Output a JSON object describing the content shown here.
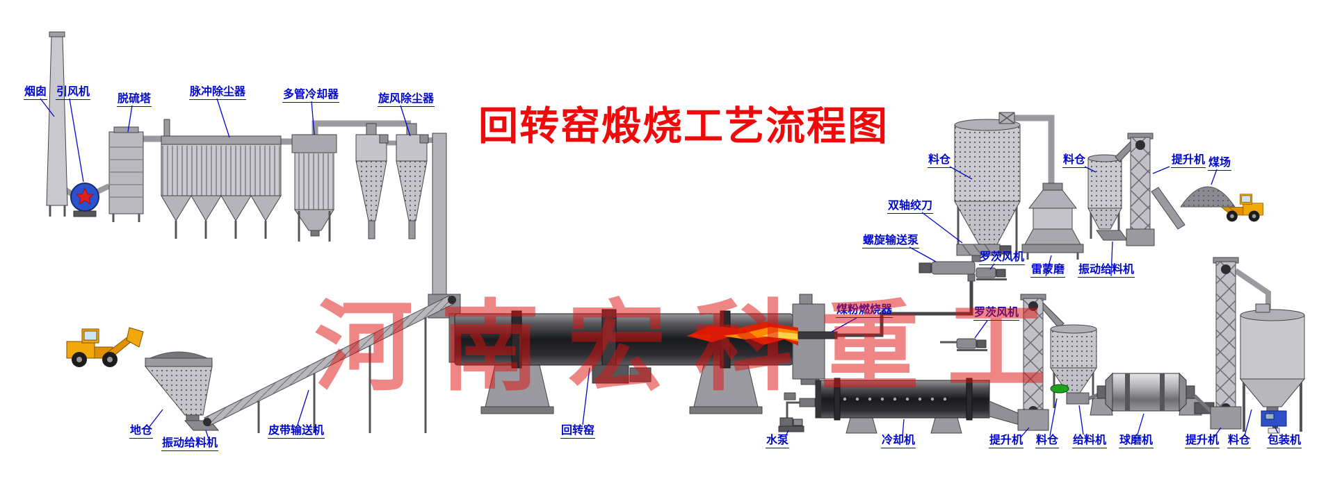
{
  "title": "回转窑煅烧工艺流程图",
  "watermark": "河南宏科重工",
  "labels": {
    "chimney": "烟囱",
    "id_fan": "引风机",
    "desulfurization_tower": "脱硫塔",
    "pulse_dust_collector": "脉冲除尘器",
    "multi_tube_cooler": "多管冷却器",
    "cyclone_dust_collector": "旋风除尘器",
    "silo_top1": "料仓",
    "double_shaft_auger": "双轴绞刀",
    "screw_conveyor_pump": "螺旋输送泵",
    "roots_blower_top": "罗茨风机",
    "raymond_mill": "雷蒙磨",
    "silo_top2": "料仓",
    "vibrating_feeder_top": "振动给料机",
    "bucket_elevator_top": "提升机",
    "coal_yard": "煤场",
    "ground_hopper": "地仓",
    "vibrating_feeder_left": "振动给料机",
    "belt_conveyor": "皮带输送机",
    "rotary_kiln": "回转窑",
    "coal_burner": "煤粉燃烧器",
    "roots_blower_mid": "罗茨风机",
    "water_pump": "水泵",
    "cooler": "冷却机",
    "bucket_elevator_b1": "提升机",
    "silo_b1": "料仓",
    "feeder": "给料机",
    "ball_mill": "球磨机",
    "bucket_elevator_b2": "提升机",
    "silo_b2": "料仓",
    "packing_machine": "包装机"
  },
  "colors": {
    "label_blue": "#0008cc",
    "title_red": "#ee0a0a",
    "watermark_red": "#e01010",
    "fan_blue": "#2a52cc",
    "loader_yellow": "#f2a80a",
    "flame_red": "#dd2200",
    "equipment_gray": "#c0c0c6"
  }
}
